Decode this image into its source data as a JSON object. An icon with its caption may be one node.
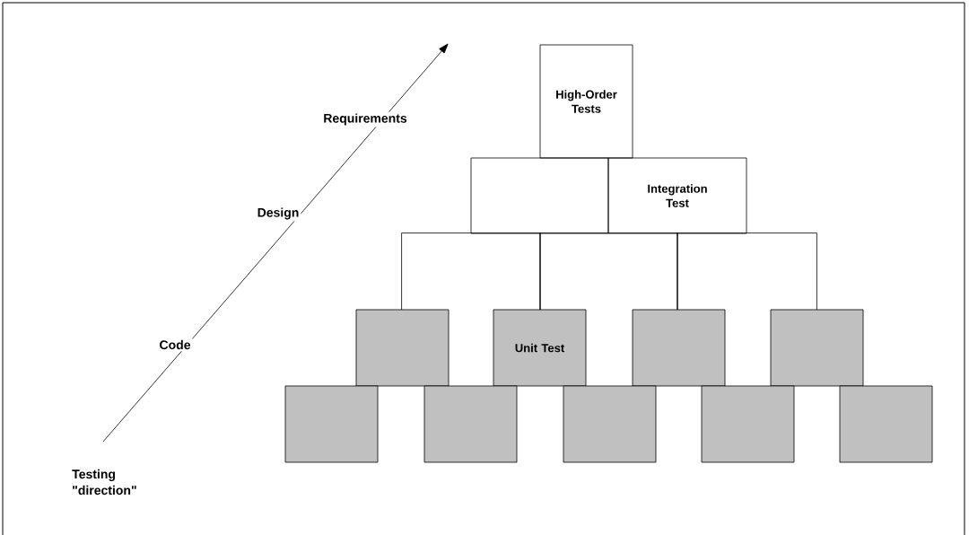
{
  "diagram": {
    "nodes": [
      {
        "text": [
          "High-Order Tests"
        ]
      },
      {
        "text": [],
        "shape": "box"
      },
      {
        "text": [
          "Integration Test"
        ]
      },
      {
        "text": [],
        "shape": "box"
      },
      {
        "text": [],
        "shape": "box"
      },
      {
        "text": [],
        "shape": "box"
      },
      {
        "text": [],
        "shape": "box"
      },
      {
        "text": [
          "Unit Test"
        ]
      },
      {
        "text": [],
        "shape": "box"
      },
      {
        "text": [],
        "shape": "box"
      },
      {
        "text": [],
        "shape": "box"
      },
      {
        "text": [],
        "shape": "box"
      },
      {
        "text": [],
        "shape": "box"
      },
      {
        "text": [],
        "shape": "box"
      },
      {
        "text": [],
        "shape": "box"
      }
    ],
    "edges": [],
    "labels": [
      "Requirements",
      "Design",
      "Code",
      "Testing \"direction\""
    ]
  }
}
